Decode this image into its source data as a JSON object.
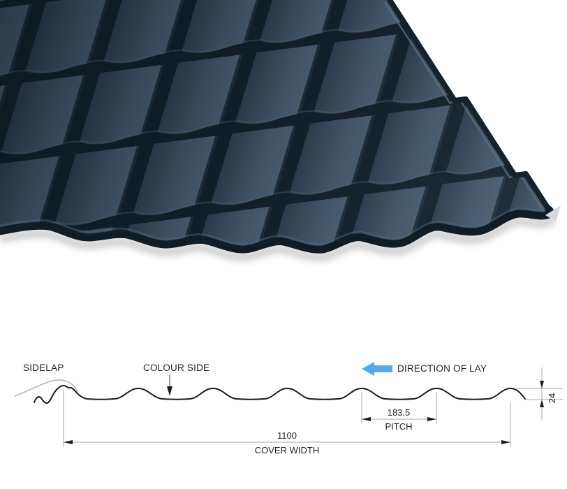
{
  "render": {
    "subject": "tile-effect-roof-sheet",
    "colors": {
      "face": "#425364",
      "face_dark": "#2e3d4b",
      "face_light": "#4d6072",
      "ridge": "#132029",
      "edge_highlight": "#5d7183",
      "shadow": "#8a8a8a"
    }
  },
  "diagram": {
    "colors": {
      "profile_line": "#1c1c1c",
      "dimension_line": "#a8a8a8",
      "arrow_fill": "#57a8e6",
      "text": "#262626"
    },
    "labels": {
      "sidelap": "SIDELAP",
      "colour_side": "COLOUR SIDE",
      "direction_of_lay": "DIRECTION OF LAY",
      "pitch_value": "183.5",
      "pitch_label": "PITCH",
      "cover_width_value": "1100",
      "cover_width_label": "COVER WIDTH",
      "profile_height_value": "24"
    }
  }
}
